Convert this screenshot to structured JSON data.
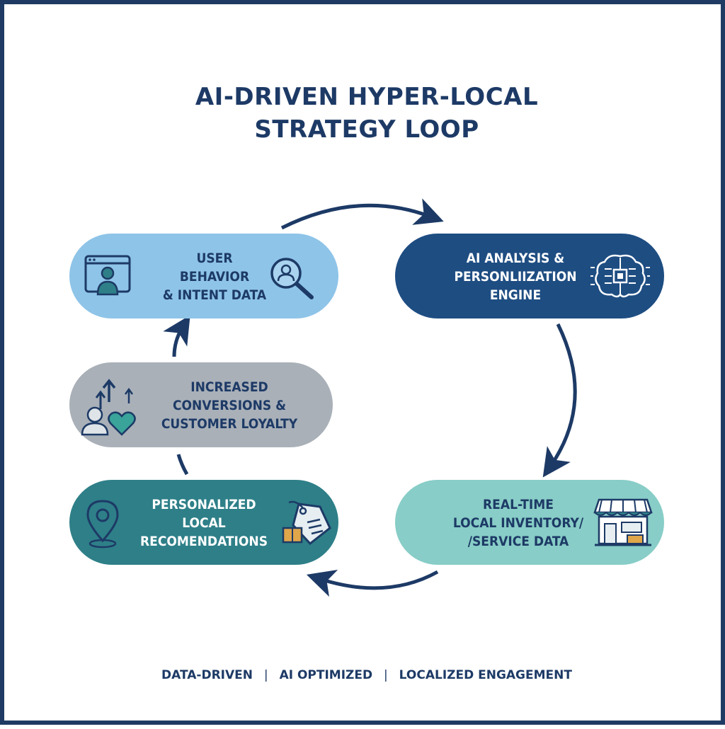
{
  "title": {
    "line1": "AI-DRIVEN HYPER-LOCAL",
    "line2": "STRATEGY LOOP"
  },
  "steps": [
    {
      "id": "user",
      "lines": [
        "USER",
        "BEHAVIOR",
        "& INTENT DATA"
      ],
      "color": "#8ec4e8",
      "icons": [
        "user-browser-icon",
        "magnifier-user-icon"
      ]
    },
    {
      "id": "ai",
      "lines": [
        "AI ANALYSIS &",
        "PERSONLIIZATION",
        "ENGINE"
      ],
      "color": "#1e4d82",
      "icons": [
        "brain-chip-icon"
      ]
    },
    {
      "id": "real",
      "lines": [
        "REAL-TIME",
        "LOCAL INVENTORY/",
        "/SERVICE DATA"
      ],
      "color": "#88cdc7",
      "icons": [
        "storefront-icon"
      ]
    },
    {
      "id": "pers",
      "lines": [
        "PERSONALIZED",
        "LOCAL",
        "RECOMENDATIONS"
      ],
      "color": "#2e7f88",
      "icons": [
        "location-pin-icon",
        "price-tag-icon"
      ]
    },
    {
      "id": "inc",
      "lines": [
        "INCREASED",
        "CONVERSIONS &",
        "CUSTOMER LOYALTY"
      ],
      "color": "#a9b0b8",
      "icons": [
        "growth-person-heart-icon"
      ]
    }
  ],
  "footer": {
    "items": [
      "DATA-DRIVEN",
      "AI OPTIMIZED",
      "LOCALIZED ENGAGEMENT"
    ],
    "separator": "|"
  },
  "colors": {
    "navy": "#1d3a66",
    "border": "#1f3b63"
  }
}
